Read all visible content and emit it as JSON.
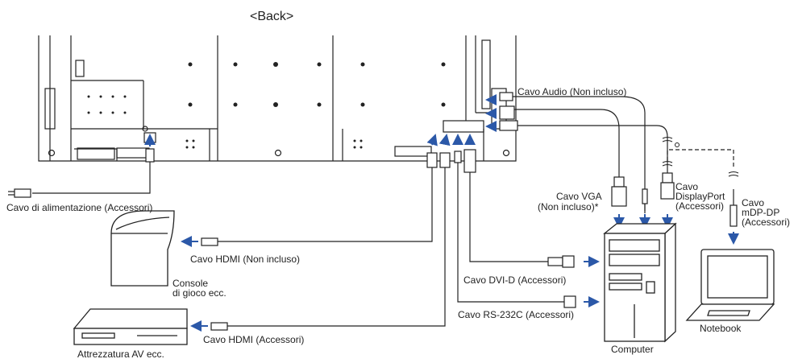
{
  "title": "<Back>",
  "labels": {
    "power_cable": "Cavo di alimentazione (Accessori)",
    "audio_cable": "Cavo Audio (Non incluso)",
    "vga_line1": "Cavo VGA",
    "vga_line2": "(Non incluso)*",
    "dp_line1": "Cavo",
    "dp_line2": "DisplayPort",
    "dp_line3": "(Accessori)",
    "mdp_line1": "Cavo",
    "mdp_line2": "mDP-DP",
    "mdp_line3": "(Accessori)",
    "hdmi_non": "Cavo HDMI (Non incluso)",
    "console_line1": "Console",
    "console_line2": "di gioco ecc.",
    "dvi_cable": "Cavo DVI-D (Accessori)",
    "rs232_cable": "Cavo RS-232C (Accessori)",
    "hdmi_acc": "Cavo HDMI (Accessori)",
    "av_device": "Attrezzatura AV ecc.",
    "computer": "Computer",
    "notebook": "Notebook"
  },
  "colors": {
    "line": "#222222",
    "arrow": "#2b58a8",
    "fill_light": "#f2f2f2"
  }
}
